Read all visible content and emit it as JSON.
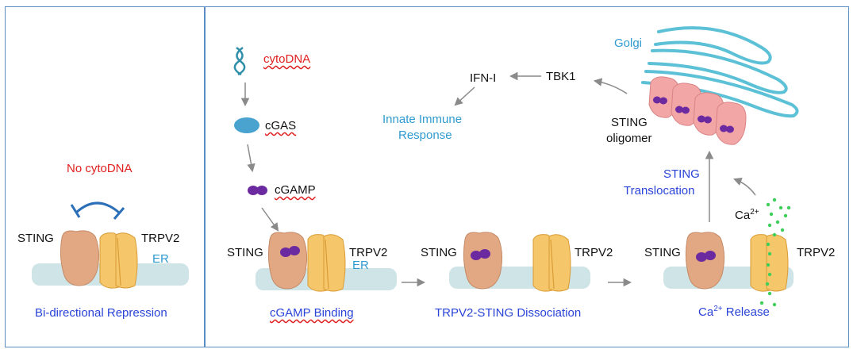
{
  "panels": {
    "left": {
      "no_cytodna": "No cytoDNA",
      "sting": "STING",
      "trpv2": "TRPV2",
      "er": "ER",
      "caption": "Bi-directional Repression"
    },
    "right": {
      "cytodna": "cytoDNA",
      "cgas": "cGAS",
      "cgamp": "cGAMP",
      "step1": {
        "sting": "STING",
        "trpv2": "TRPV2",
        "er": "ER",
        "caption": "cGAMP Binding"
      },
      "step2": {
        "sting": "STING",
        "trpv2": "TRPV2",
        "caption": "TRPV2-STING Dissociation"
      },
      "step3": {
        "sting": "STING",
        "trpv2": "TRPV2",
        "ca": "Ca",
        "ca_sup": "2+",
        "caption_prefix": "Ca",
        "caption_sup": "2+",
        "caption_suffix": " Release"
      },
      "translocation_line1": "STING",
      "translocation_line2": "Translocation",
      "oligomer_line1": "STING",
      "oligomer_line2": "oligomer",
      "golgi": "Golgi",
      "tbk1": "TBK1",
      "ifn": "IFN-I",
      "innate_line1": "Innate Immune",
      "innate_line2": "Response"
    }
  },
  "colors": {
    "panel_border": "#5b8cc4",
    "sting_fill": "#e2a883",
    "trpv2_fill": "#f6c76a",
    "membrane_fill": "#cfe4e6",
    "cgamp_fill": "#6c2aa0",
    "golgi_stroke": "#5cc0d6",
    "oligomer_fill": "#f2a6a6",
    "calcium": "#3ecf5a",
    "red_text": "#e02020",
    "blue_text": "#2a44d8",
    "cyan_text": "#2f9bd0"
  }
}
